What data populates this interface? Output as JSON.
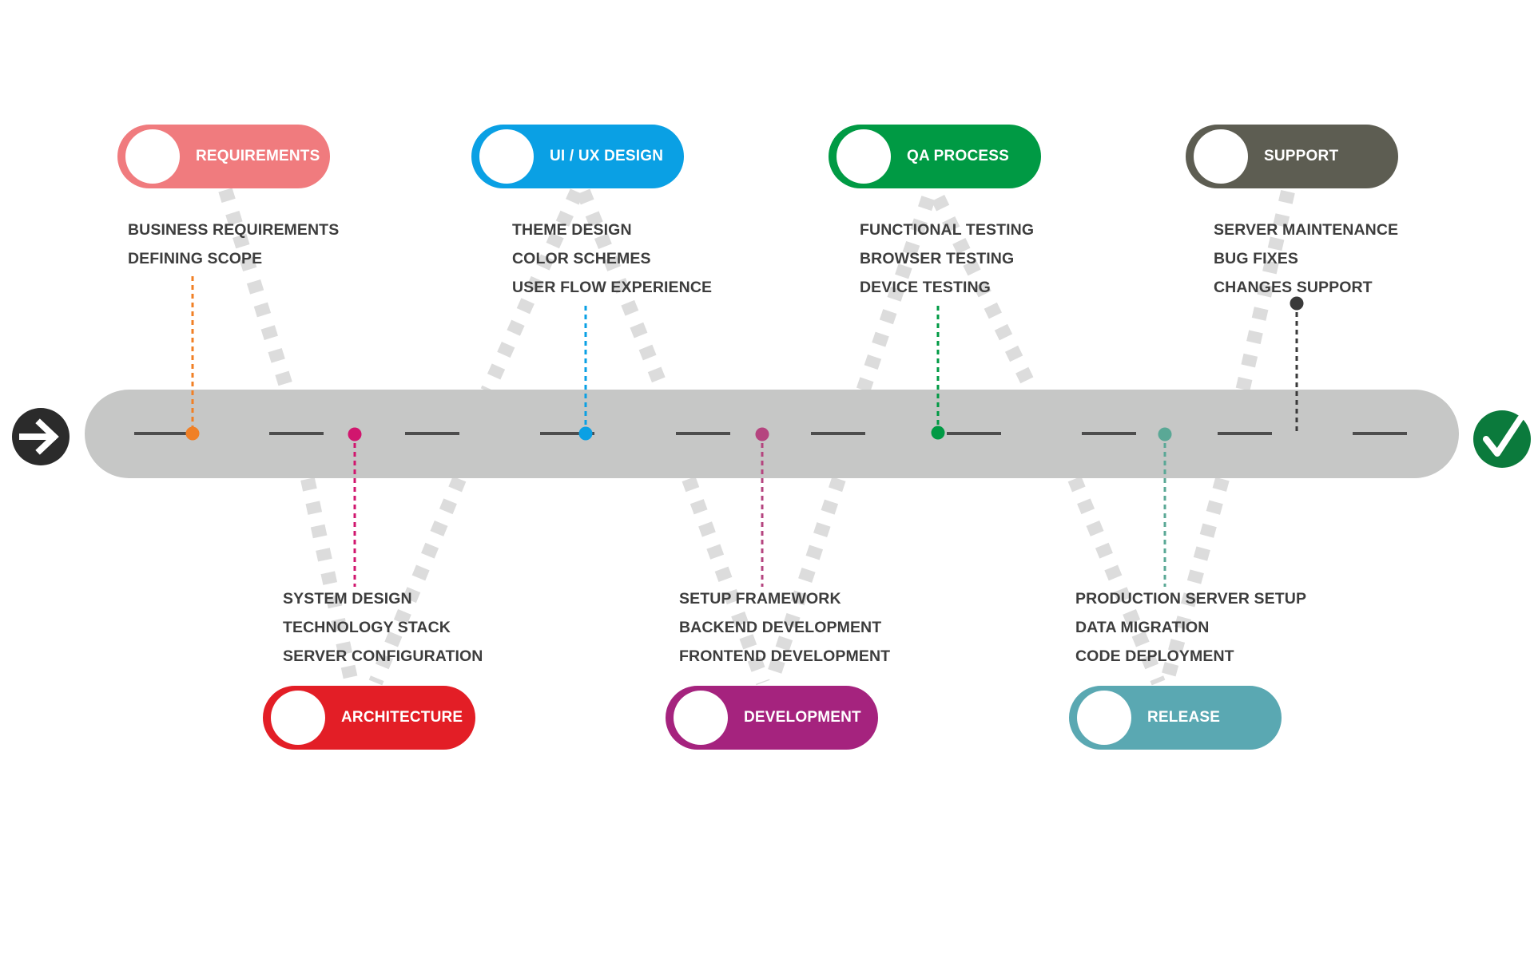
{
  "colors": {
    "road": "#c6c7c6",
    "lane_mark": "#4d4d4d",
    "trail": "#dcdcdc",
    "text": "#3d3d3d",
    "start": "#2b2b2b",
    "finish": "#0b7a3c"
  },
  "icons": {
    "start": "arrow-right-icon",
    "finish": "checkmark-icon"
  },
  "phases": [
    {
      "id": "requirements",
      "label": "REQUIREMENTS",
      "color": "#f07b7e",
      "items": [
        "BUSINESS REQUIREMENTS",
        "DEFINING SCOPE"
      ],
      "marker_color": "#f08026"
    },
    {
      "id": "architecture",
      "label": "ARCHITECTURE",
      "color": "#e31e26",
      "items": [
        "SYSTEM DESIGN",
        "TECHNOLOGY STACK",
        "SERVER CONFIGURATION"
      ],
      "marker_color": "#d1166e"
    },
    {
      "id": "ui-ux-design",
      "label": "UI / UX DESIGN",
      "color": "#0aa0e4",
      "items": [
        "THEME DESIGN",
        "COLOR SCHEMES",
        "USER FLOW EXPERIENCE"
      ],
      "marker_color": "#0aa0e4"
    },
    {
      "id": "development",
      "label": "DEVELOPMENT",
      "color": "#a5237e",
      "items": [
        "SETUP FRAMEWORK",
        "BACKEND DEVELOPMENT",
        "FRONTEND DEVELOPMENT"
      ],
      "marker_color": "#b5447f"
    },
    {
      "id": "qa-process",
      "label": "QA PROCESS",
      "color": "#009a44",
      "items": [
        "FUNCTIONAL TESTING",
        "BROWSER TESTING",
        "DEVICE TESTING"
      ],
      "marker_color": "#009a44"
    },
    {
      "id": "release",
      "label": "RELEASE",
      "color": "#5aa8b2",
      "items": [
        "PRODUCTION SERVER SETUP",
        "DATA MIGRATION",
        "CODE DEPLOYMENT"
      ],
      "marker_color": "#5aa896"
    },
    {
      "id": "support",
      "label": "SUPPORT",
      "color": "#5d5d52",
      "items": [
        "SERVER MAINTENANCE",
        "BUG FIXES",
        "CHANGES SUPPORT"
      ],
      "marker_color": "#3a3a3a"
    }
  ]
}
